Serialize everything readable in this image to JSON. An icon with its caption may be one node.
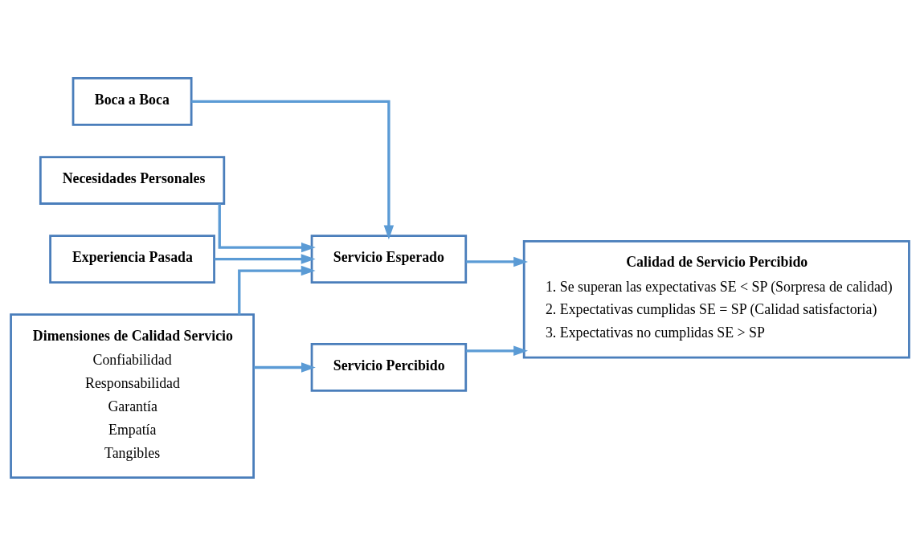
{
  "diagram": {
    "nodes": [
      {
        "text": [
          "Boca a Boca"
        ]
      },
      {
        "text": [
          "Necesidades Personales"
        ]
      },
      {
        "text": [
          "Experiencia Pasada"
        ]
      },
      {
        "text": [
          "Dimensiones de Calidad Servicio",
          "Confiabilidad",
          "Responsabilidad",
          "Garantía",
          "Empatía",
          "Tangibles"
        ]
      },
      {
        "text": [
          "Servicio Esperado"
        ]
      },
      {
        "text": [
          "Servicio Percibido"
        ]
      },
      {
        "text": [
          "Calidad de Servicio Percibido",
          "1. Se superan las expectativas SE < SP (Sorpresa de calidad)",
          "2. Expectativas cumplidas SE = SP (Calidad satisfactoria)",
          "3. Expectativas no cumplidas SE > SP"
        ]
      }
    ],
    "edges": [
      {
        "from": 0,
        "to": 4,
        "arrow": "to"
      },
      {
        "from": 1,
        "to": 4,
        "arrow": "to"
      },
      {
        "from": 2,
        "to": 4,
        "arrow": "to"
      },
      {
        "from": 3,
        "to": 4,
        "arrow": "to"
      },
      {
        "from": 3,
        "to": 5,
        "arrow": "to"
      },
      {
        "from": 4,
        "to": 6,
        "arrow": "to"
      },
      {
        "from": 5,
        "to": 6,
        "arrow": "to"
      }
    ]
  }
}
